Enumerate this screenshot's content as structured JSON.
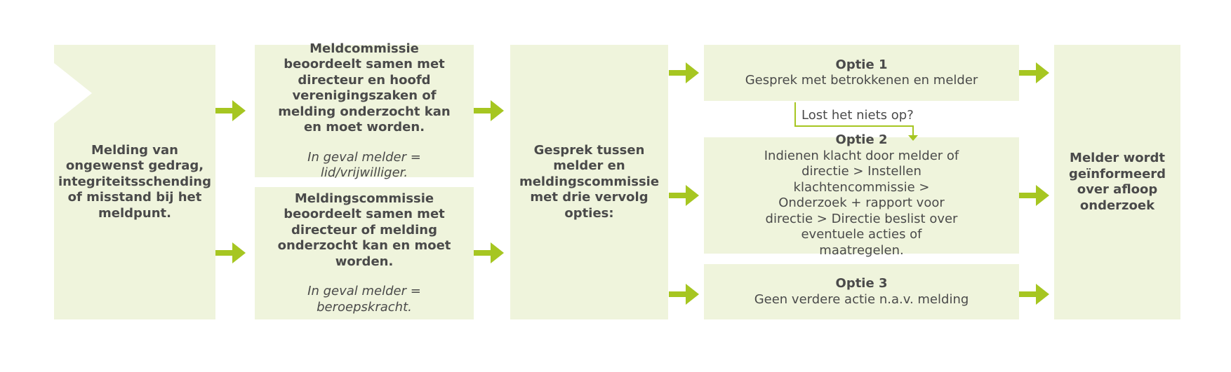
{
  "start": {
    "text": "Melding van ongewenst gedrag, integriteitsschending of misstand bij het meldpunt."
  },
  "assess_volunteer": {
    "text": "Meldcommissie beoordeelt samen met directeur en hoofd verenigingszaken of melding onderzocht kan en moet worden.",
    "condition": "In geval melder = lid/vrijwilliger."
  },
  "assess_professional": {
    "text": "Meldingscommissie beoordeelt samen met directeur of melding onderzocht kan en moet worden.",
    "condition": "In geval melder = beroepskracht."
  },
  "conversation": {
    "text": "Gesprek tussen melder en meldingscommissie met drie vervolg opties:"
  },
  "option1": {
    "title": "Optie 1",
    "text": "Gesprek met betrokkenen en melder"
  },
  "connector": {
    "label": "Lost het niets op?"
  },
  "option2": {
    "title": "Optie 2",
    "text": "Indienen klacht door melder of directie > Instellen klachtencommissie > Onderzoek + rapport voor directie > Directie beslist over eventuele acties of maatregelen."
  },
  "option3": {
    "title": "Optie 3",
    "text": "Geen verdere actie n.a.v. melding"
  },
  "end": {
    "text": "Melder wordt geïnformeerd over afloop onderzoek"
  },
  "colors": {
    "box_fill": "#eff4dc",
    "arrow": "#a6c621",
    "text": "#4a4a4a"
  }
}
